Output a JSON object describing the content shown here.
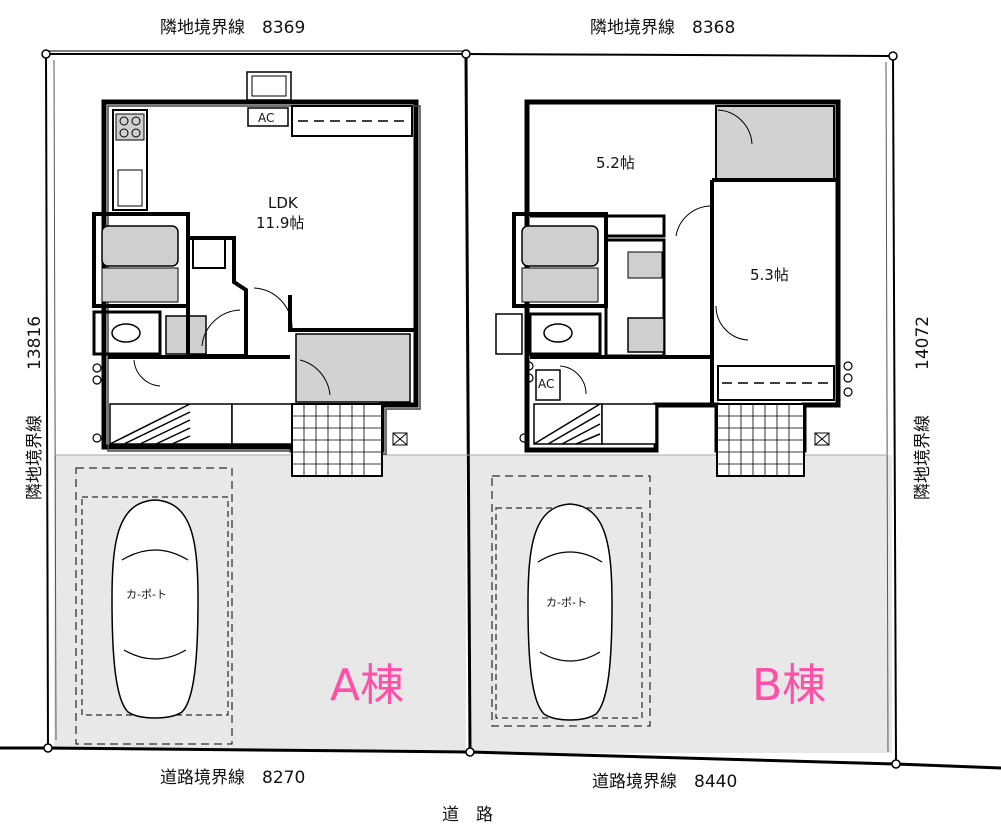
{
  "boundary": {
    "top_a": "隣地境界線　8369",
    "top_b": "隣地境界線　8368",
    "left_label": "隣地境界線",
    "left_value": "13816",
    "right_label": "隣地境界線",
    "right_value": "14072",
    "bottom_a": "道路境界線　8270",
    "bottom_b": "道路境界線　8440"
  },
  "road": "道　路",
  "building_a": {
    "tag": "A棟",
    "ac1": "AC",
    "ldk_name": "LDK",
    "ldk_size": "11.9帖",
    "carport": "カ-ポ-ト"
  },
  "building_b": {
    "tag": "B棟",
    "ac": "AC",
    "room1": "5.2帖",
    "room2": "5.3帖",
    "carport": "カ-ポ-ト"
  },
  "colors": {
    "tag": "#ff4fa6",
    "drive": "#e6e6e6",
    "fixture": "#cfcfcf",
    "wall": "#000000"
  }
}
